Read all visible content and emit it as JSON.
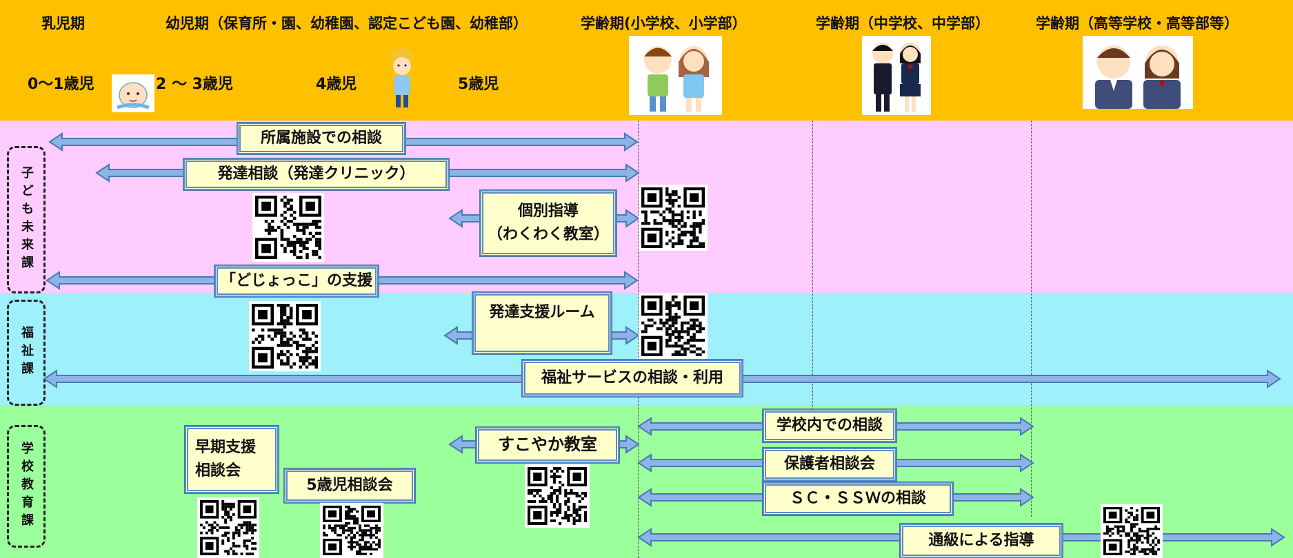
{
  "header": {
    "stages": {
      "infant": "乳児期",
      "preschool": "幼児期（保育所・園、幼稚園、認定こども園、幼稚部）",
      "elementary": "学齢期(小学校、小学部）",
      "junior_high": "学齢期（中学校、中学部）",
      "high_school": "学齢期（高等学校・高等部等）"
    },
    "ages": {
      "age_0_1": "0～1歳児",
      "age_2_3": "2 ～ 3歳児",
      "age_4": "4歳児",
      "age_5": "5歳児"
    }
  },
  "departments": {
    "child_future": "子ども未来課",
    "welfare": "福祉課",
    "school_education": "学校教育課"
  },
  "programs": {
    "facility_consult": "所属施設での相談",
    "dev_consult": "発達相談（発達クリニック）",
    "individual_line1": "個別指導",
    "individual_line2": "（わくわく教室）",
    "dojokko": "「どじょっこ」の支援",
    "dev_support_room": "発達支援ルーム",
    "welfare_service": "福祉サービスの相談・利用",
    "early_support_line1": "早期支援",
    "early_support_line2": "相談会",
    "five_year_consult": "5歳児相談会",
    "sukoyaka": "すこやか教室",
    "in_school_consult": "学校内での相談",
    "guardian_consult": "保護者相談会",
    "sc_ssw": "ＳＣ・ＳＳＷの相談",
    "tsukyu": "通級による指導"
  },
  "colors": {
    "header_bg": "#FFC000",
    "child_band": "#FFCCFF",
    "welfare_band": "#9EF0FA",
    "school_band": "#9BFF9B",
    "arrow_fill": "#8CB4E6",
    "arrow_stroke": "#4A78B2",
    "label_bg": "#FFFFCC"
  },
  "icons": [
    "baby-illustration-icon",
    "kindergarten-child-icon",
    "elementary-students-icon",
    "junior-high-students-icon",
    "high-school-students-icon",
    "qr-code-icon"
  ]
}
